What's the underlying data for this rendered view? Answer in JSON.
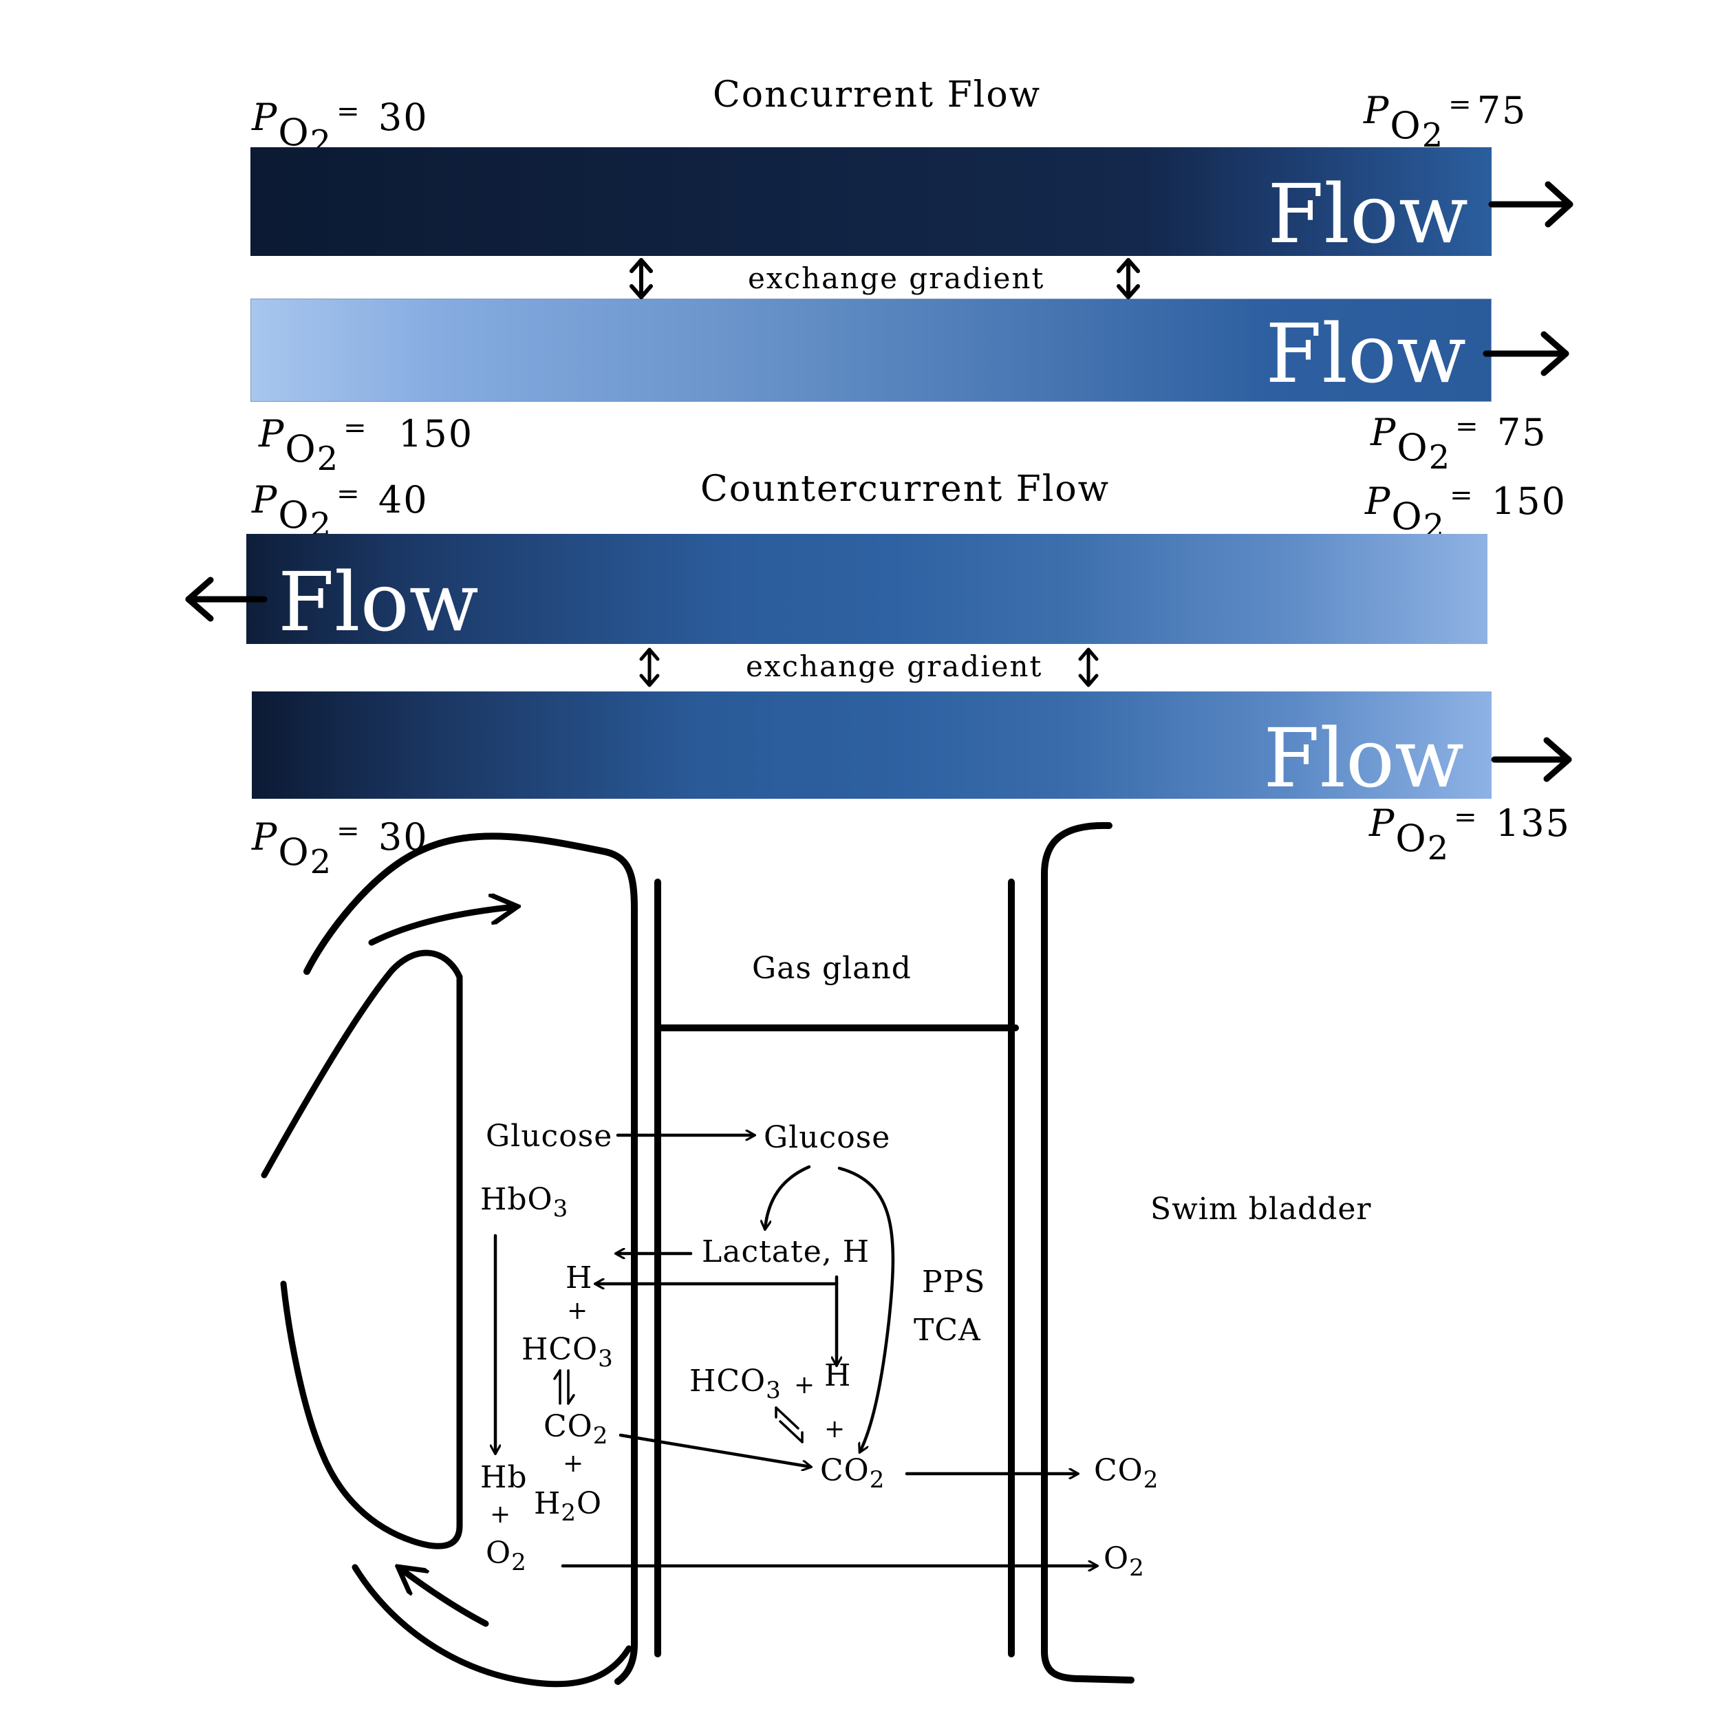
{
  "concurrent": {
    "title": "Concurrent Flow",
    "top_left": "30",
    "top_right": "75",
    "bottom_left": "150",
    "bottom_right": "75",
    "flow_top": "Flow",
    "flow_bottom": "Flow",
    "gradient_label": "exchange gradient"
  },
  "countercurrent": {
    "title": "Countercurrent Flow",
    "top_left": "40",
    "top_right": "150",
    "bottom_left": "30",
    "bottom_right": "135",
    "flow_top": "Flow",
    "flow_bottom": "Flow",
    "gradient_label": "exchange gradient"
  },
  "po2_symbol": {
    "p": "P",
    "o": "O",
    "sub": "2",
    "eq": "="
  },
  "gland": {
    "gas_gland": "Gas gland",
    "swim_bladder": "Swim bladder",
    "glucose_left": "Glucose",
    "glucose_right": "Glucose",
    "hbo3": "HbO",
    "hbo3_sub": "3",
    "lactate": "Lactate, H",
    "h_left": "H",
    "plus_1": "+",
    "hco3_left": "HCO",
    "hco3_left_sub": "3",
    "co2_left": "CO",
    "co2_left_sub": "2",
    "plus_2": "+",
    "h2o_h": "H",
    "h2o_sub": "2",
    "h2o_o": "O",
    "hb": "Hb",
    "plus_3": "+",
    "o2_left": "O",
    "o2_left_sub": "2",
    "pps": "PPS",
    "tca": "TCA",
    "hco3_right": "HCO",
    "hco3_right_sub": "3",
    "plus_4": "+",
    "h_right": "H",
    "plus_5": "+",
    "co2_mid": "CO",
    "co2_mid_sub": "2",
    "co2_out": "CO",
    "co2_out_sub": "2",
    "o2_out": "O",
    "o2_out_sub": "2"
  }
}
